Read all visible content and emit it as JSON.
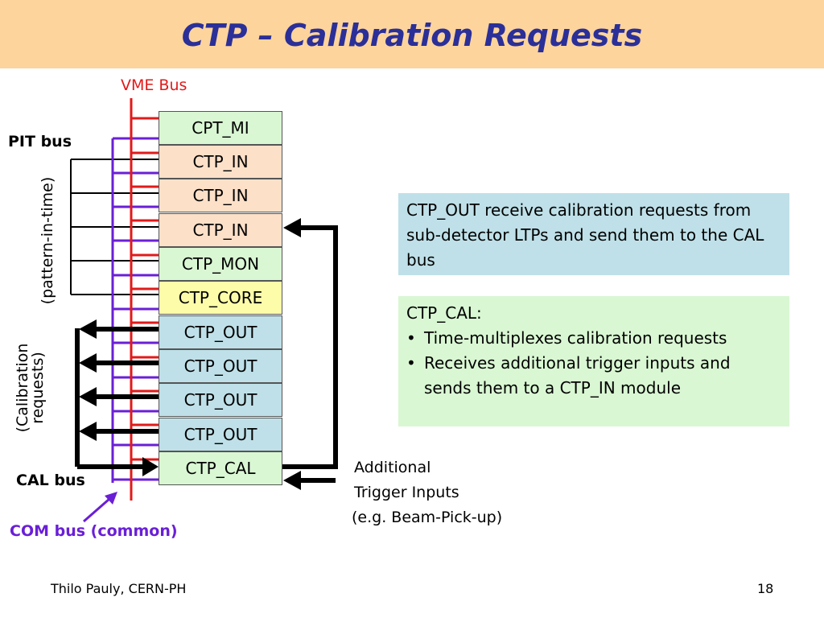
{
  "title": "CTP – Calibration Requests",
  "labels": {
    "vme_bus": "VME Bus",
    "pit_bus": "PIT bus",
    "pattern_in_time": "(pattern-in-time)",
    "calibration_requests_line1": "(Calibration",
    "calibration_requests_line2": "requests)",
    "cal_bus": "CAL bus",
    "com_bus": "COM bus (common)",
    "additional_trigger_line1": "Additional",
    "additional_trigger_line2": "Trigger Inputs",
    "additional_trigger_line3": "(e.g. Beam-Pick-up)"
  },
  "modules": [
    {
      "label": "CPT_MI",
      "color": "#d9f7d3"
    },
    {
      "label": "CTP_IN",
      "color": "#fde0c8"
    },
    {
      "label": "CTP_IN",
      "color": "#fde0c8"
    },
    {
      "label": "CTP_IN",
      "color": "#fde0c8"
    },
    {
      "label": "CTP_MON",
      "color": "#d9f7d3"
    },
    {
      "label": "CTP_CORE",
      "color": "#fdfca8"
    },
    {
      "label": "CTP_OUT",
      "color": "#bfe0e8"
    },
    {
      "label": "CTP_OUT",
      "color": "#bfe0e8"
    },
    {
      "label": "CTP_OUT",
      "color": "#bfe0e8"
    },
    {
      "label": "CTP_OUT",
      "color": "#bfe0e8"
    },
    {
      "label": "CTP_CAL",
      "color": "#d9f7d3"
    }
  ],
  "note_out": {
    "text": "CTP_OUT receive calibration requests from sub-detector LTPs and send them to the CAL bus",
    "color": "#bfe0e8"
  },
  "note_cal": {
    "heading": "CTP_CAL:",
    "bullets": [
      "Time-multiplexes calibration requests",
      "Receives additional trigger inputs and sends them to a CTP_IN module"
    ],
    "color": "#d9f7d3"
  },
  "colors": {
    "title_bar": "#fdd49c",
    "title_text": "#2b2f98",
    "vme_bus": "#e11a1a",
    "com_bus": "#6a1fd6",
    "pit_bus": "#000000"
  },
  "footer": {
    "author": "Thilo Pauly, CERN-PH",
    "page_number": "18"
  }
}
